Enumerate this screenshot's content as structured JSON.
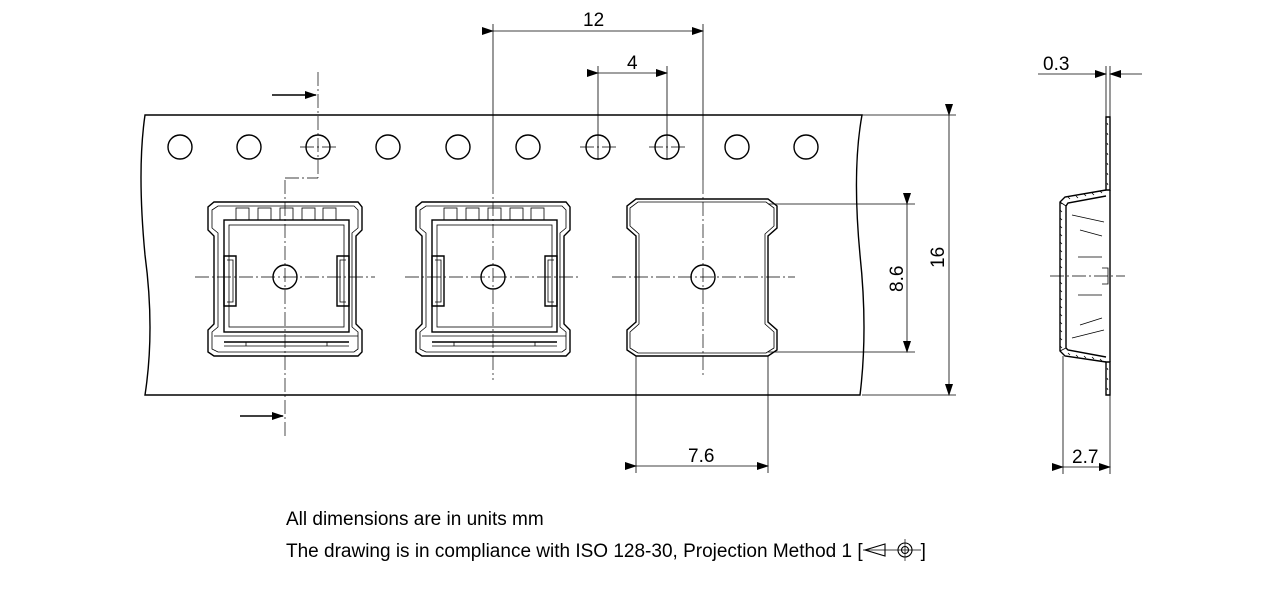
{
  "dimensions": {
    "sprocket_pitch": "12",
    "hole_pitch": "4",
    "tape_thickness": "0.3",
    "cavity_length": "8.6",
    "tape_width": "16",
    "cavity_width": "7.6",
    "cavity_depth": "2.7"
  },
  "notes": {
    "units": "All dimensions are in units mm",
    "compliance": "The drawing is in compliance with ISO 128-30, Projection Method 1 [",
    "compliance_end": "]"
  },
  "colors": {
    "line": "#000000",
    "background": "#ffffff"
  },
  "icons": {
    "projection_symbol": "first-angle-projection-icon",
    "feed_arrow": "arrow-right-icon"
  }
}
